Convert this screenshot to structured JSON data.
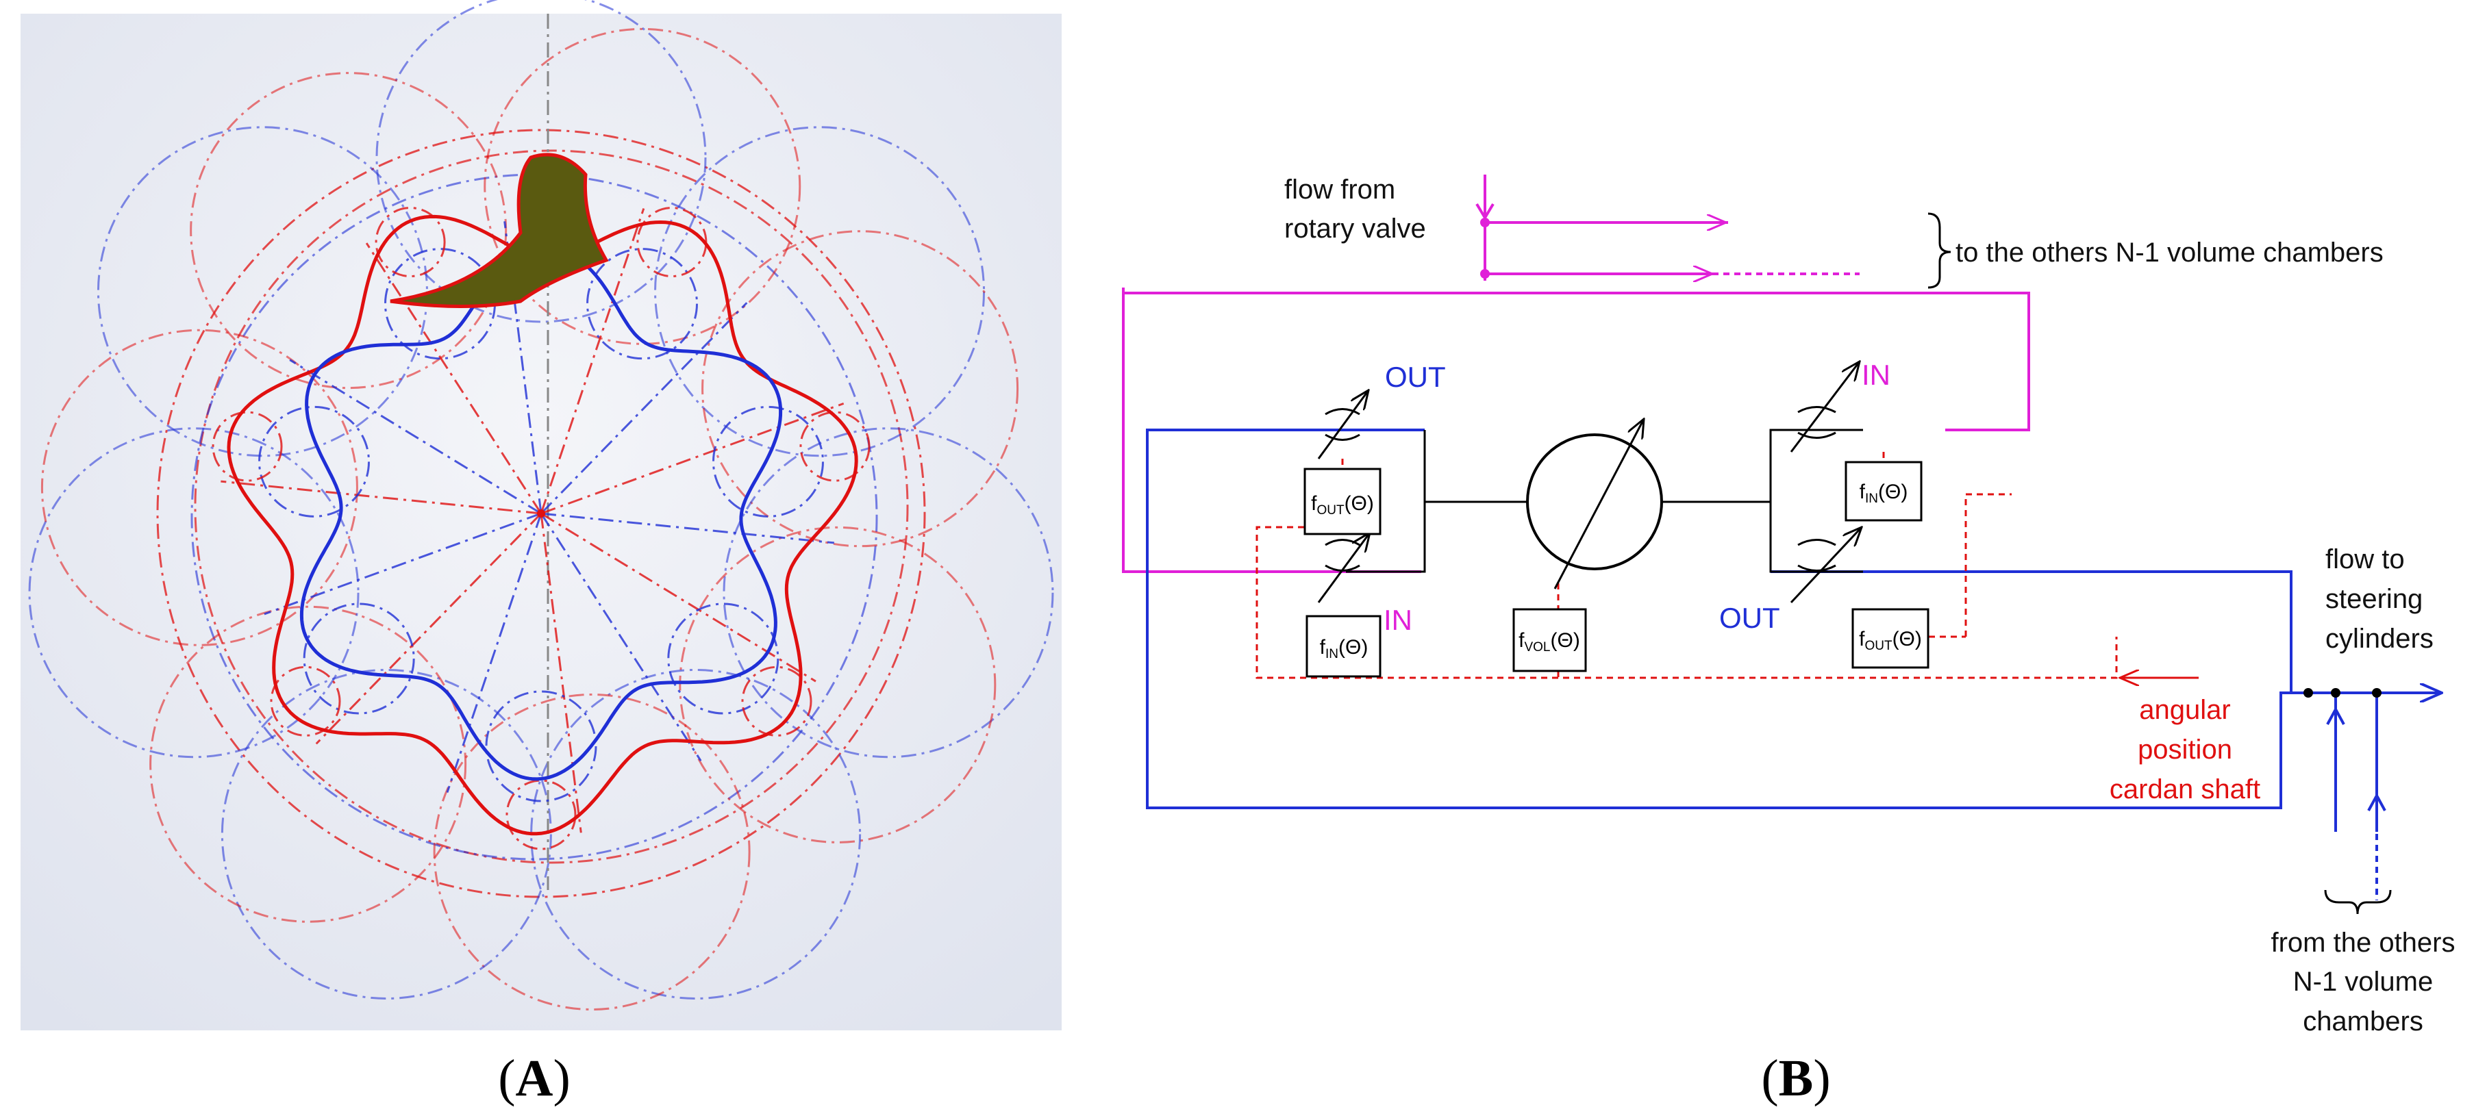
{
  "panels": {
    "a": {
      "caption_open": "(",
      "caption_letter": "A",
      "caption_close": ")"
    },
    "b": {
      "caption_open": "(",
      "caption_letter": "B",
      "caption_close": ")"
    }
  },
  "labels": {
    "flow_from_1": "flow from",
    "flow_from_2": "rotary valve",
    "to_others": "to the others N-1 volume chambers",
    "out_top": "OUT",
    "in_left": "IN",
    "in_top_right": "IN",
    "out_right": "OUT",
    "flow_to_1": "flow to",
    "flow_to_2": "steering",
    "flow_to_3": "cylinders",
    "angular_1": "angular",
    "angular_2": "position",
    "angular_3": "cardan shaft",
    "from_others_1": "from the others",
    "from_others_2": "N-1 volume",
    "from_others_3": "chambers"
  },
  "functions": {
    "f_out_left": {
      "f": "f",
      "sub": "OUT",
      "arg": "(Θ)"
    },
    "f_in_left": {
      "f": "f",
      "sub": "IN",
      "arg": "(Θ)"
    },
    "f_vol": {
      "f": "f",
      "sub": "VOL",
      "arg": "(Θ)"
    },
    "f_in_right": {
      "f": "f",
      "sub": "IN",
      "arg": "(Θ)"
    },
    "f_out_right": {
      "f": "f",
      "sub": "OUT",
      "arg": "(Θ)"
    }
  },
  "colors": {
    "blue": "#1f2fd6",
    "magenta": "#e020d8",
    "red": "#e01010",
    "gear_fill": "#5a5a10",
    "background_a": "#eef0f6"
  }
}
